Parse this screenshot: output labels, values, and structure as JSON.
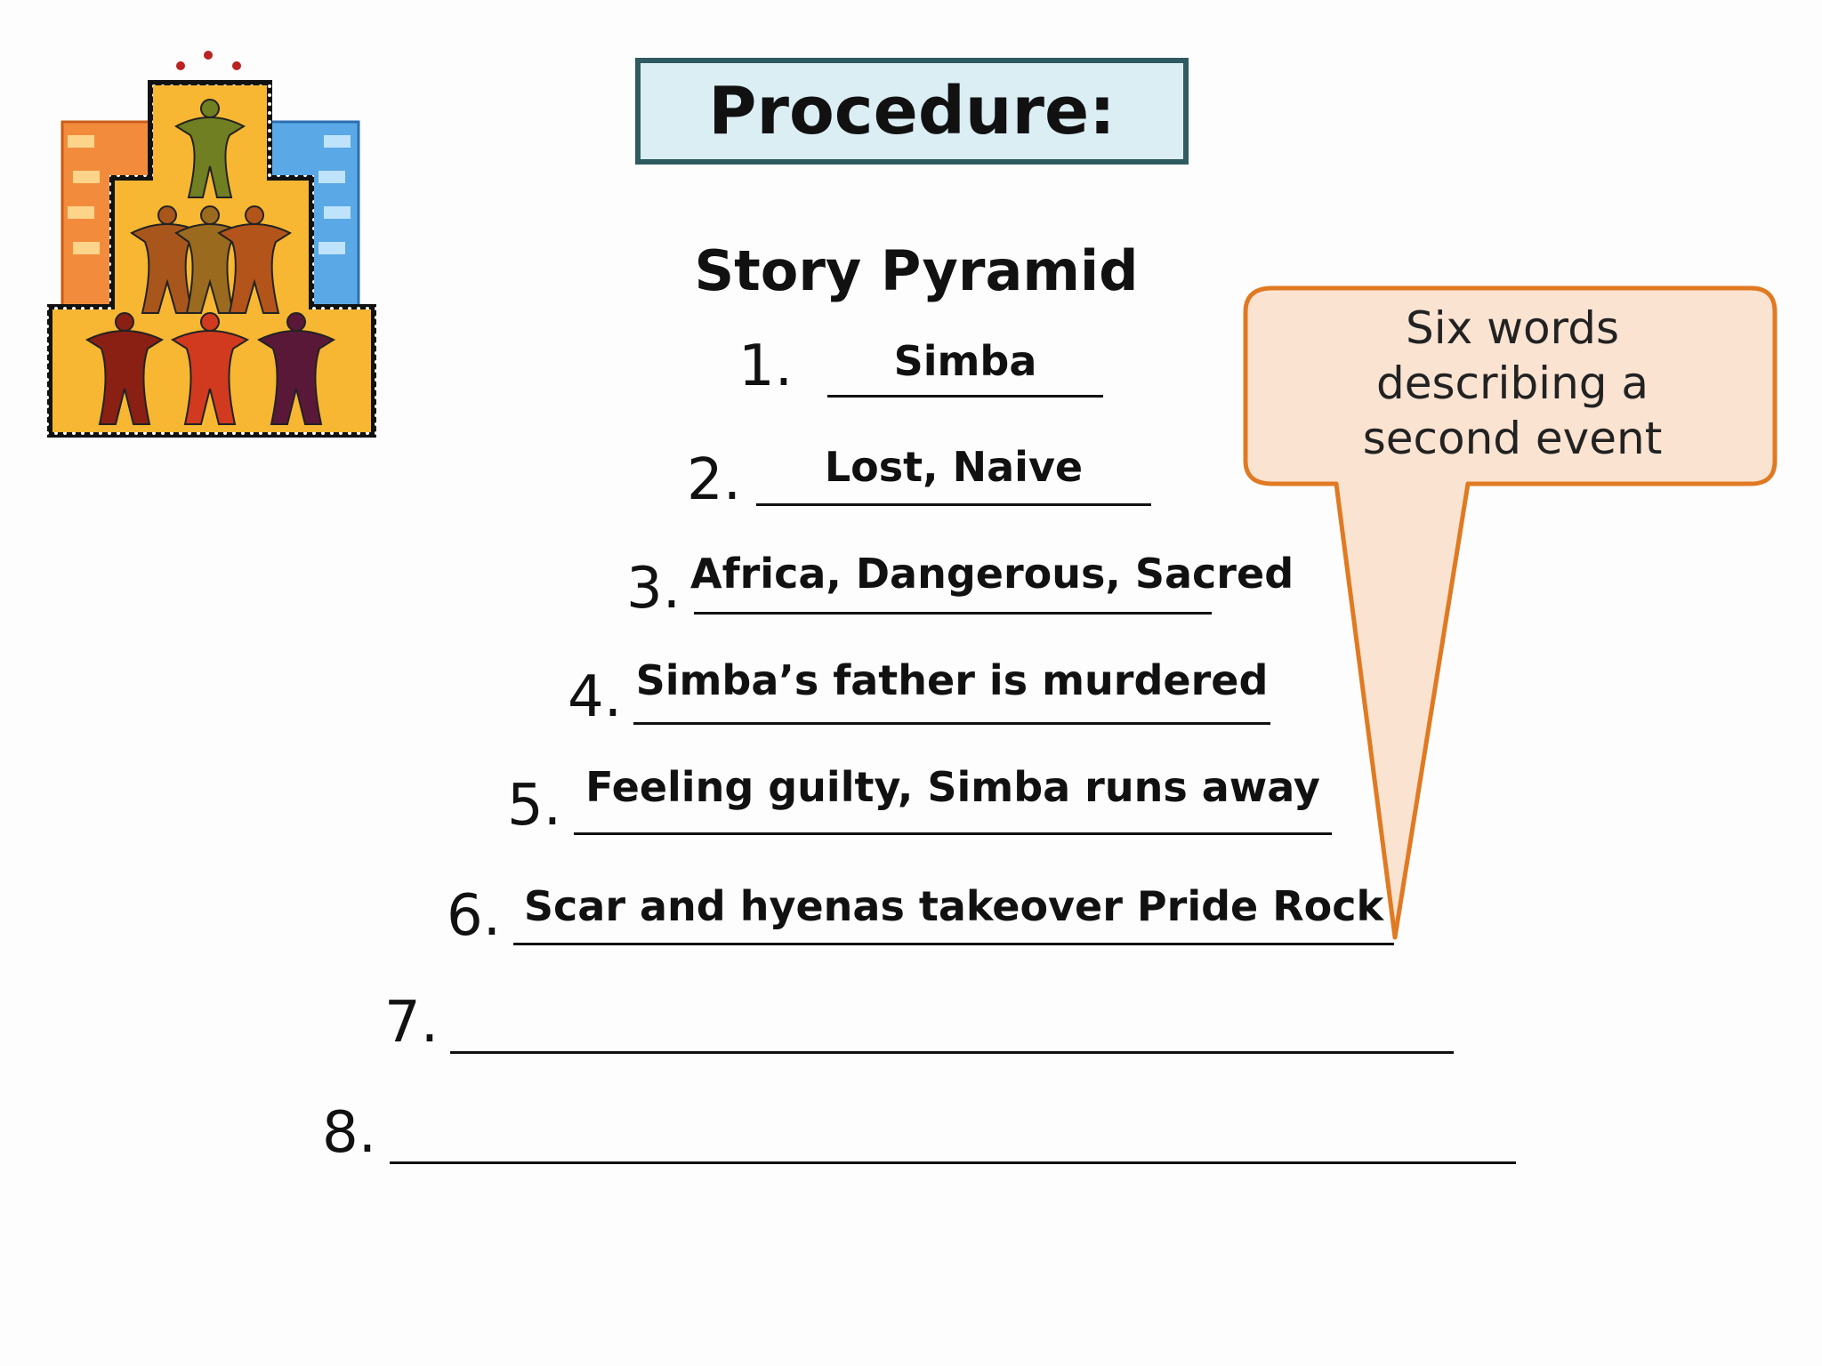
{
  "title": "Procedure:",
  "subtitle": "Story Pyramid",
  "callout": {
    "lines": [
      "Six words",
      "describing a",
      "second event"
    ]
  },
  "items": [
    {
      "number": "1.",
      "answer": "Simba"
    },
    {
      "number": "2.",
      "answer": "Lost, Naive"
    },
    {
      "number": "3.",
      "answer": "Africa, Dangerous, Sacred"
    },
    {
      "number": "4.",
      "answer": "Simba’s father is murdered"
    },
    {
      "number": "5.",
      "answer": "Feeling guilty, Simba runs away"
    },
    {
      "number": "6.",
      "answer": "Scar and hyenas takeover Pride Rock"
    },
    {
      "number": "7.",
      "answer": ""
    },
    {
      "number": "8.",
      "answer": ""
    }
  ],
  "colors": {
    "title_fill": "#dbeef4",
    "title_border": "#2f5a60",
    "callout_fill": "#fbe3d2",
    "callout_border": "#e07a22"
  },
  "icons": [
    "pyramid-of-people-clipart-icon"
  ]
}
